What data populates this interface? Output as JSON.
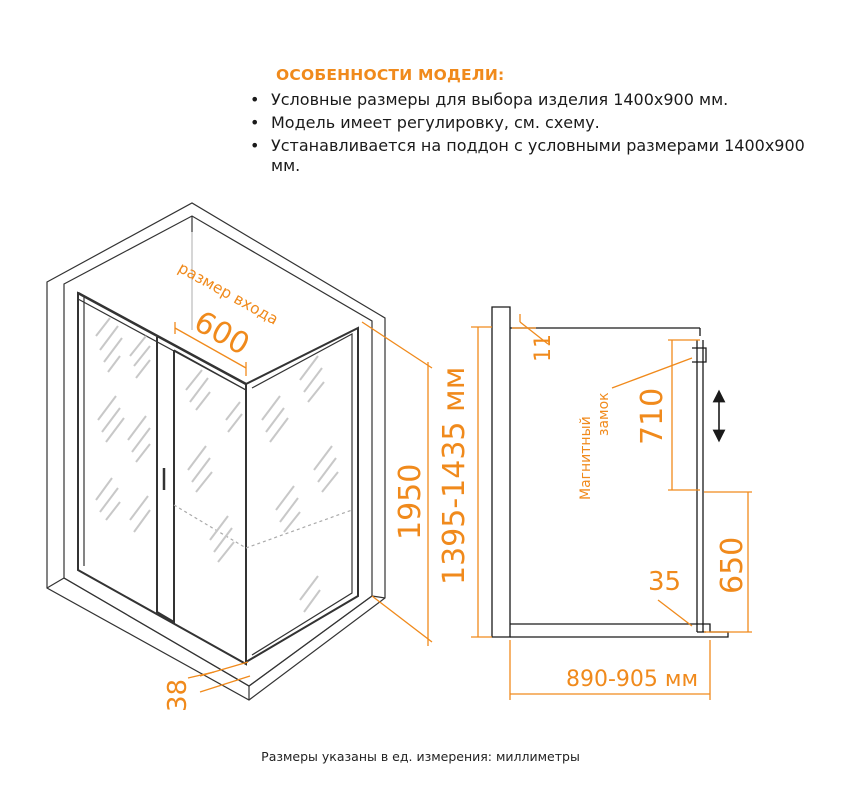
{
  "features": {
    "title": "ОСОБЕННОСТИ МОДЕЛИ:",
    "items": [
      "Условные размеры для выбора изделия 1400х900 мм.",
      "Модель имеет регулировку, см. схему.",
      "Устанавливается на поддон с условными размерами 1400х900 мм."
    ]
  },
  "iso_view": {
    "entrance_label": "размер входа",
    "entrance_width": "600",
    "height": "1950",
    "profile": "38"
  },
  "side_view": {
    "width_range": "1395-1435 мм",
    "top_offset": "11",
    "lock_label_line1": "Магнитный",
    "lock_label_line2": "замок",
    "lock_height": "710",
    "lower_height": "650",
    "bottom_offset": "35",
    "depth_range": "890-905 мм"
  },
  "footnote": "Размеры указаны в ед. измерения: миллиметры",
  "colors": {
    "accent": "#f08a1c",
    "line": "#1a1a1a"
  }
}
